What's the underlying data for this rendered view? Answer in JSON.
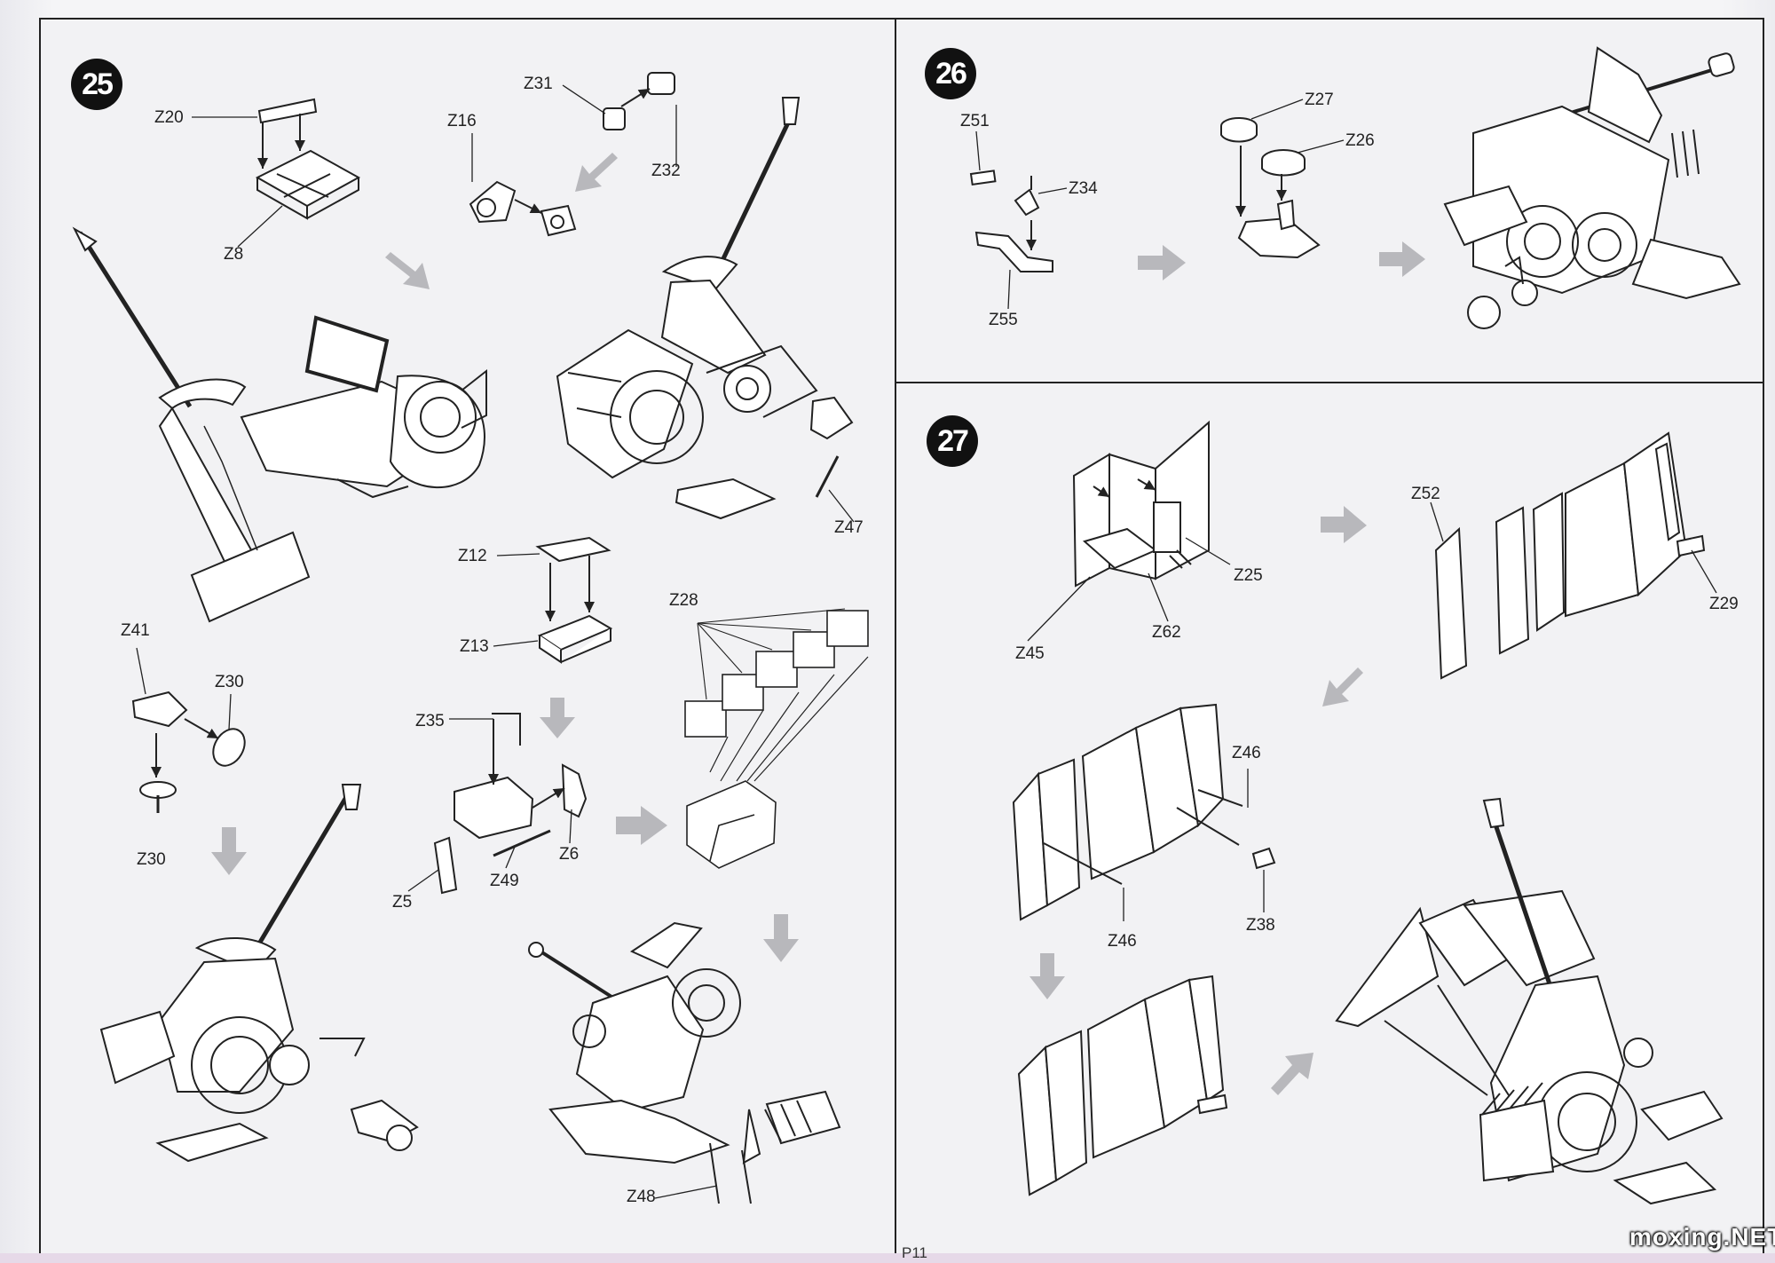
{
  "steps": {
    "s25": {
      "number": "25",
      "labels": {
        "z20": "Z20",
        "z8": "Z8",
        "z16": "Z16",
        "z31": "Z31",
        "z32": "Z32",
        "z47": "Z47",
        "z12": "Z12",
        "z13": "Z13",
        "z28": "Z28",
        "z41": "Z41",
        "z30a": "Z30",
        "z30b": "Z30",
        "z35": "Z35",
        "z6": "Z6",
        "z49": "Z49",
        "z5": "Z5",
        "z48": "Z48"
      }
    },
    "s26": {
      "number": "26",
      "labels": {
        "z51": "Z51",
        "z34": "Z34",
        "z55": "Z55",
        "z27": "Z27",
        "z26": "Z26"
      }
    },
    "s27": {
      "number": "27",
      "labels": {
        "z25": "Z25",
        "z62": "Z62",
        "z45": "Z45",
        "z52": "Z52",
        "z29": "Z29",
        "z46a": "Z46",
        "z46b": "Z46",
        "z38": "Z38"
      }
    }
  },
  "footer": {
    "page_number": "P11",
    "watermark": "moxing.NET"
  },
  "colors": {
    "line": "#222222",
    "arrow": "#b5b5b5",
    "paper": "#f2f2f4"
  }
}
